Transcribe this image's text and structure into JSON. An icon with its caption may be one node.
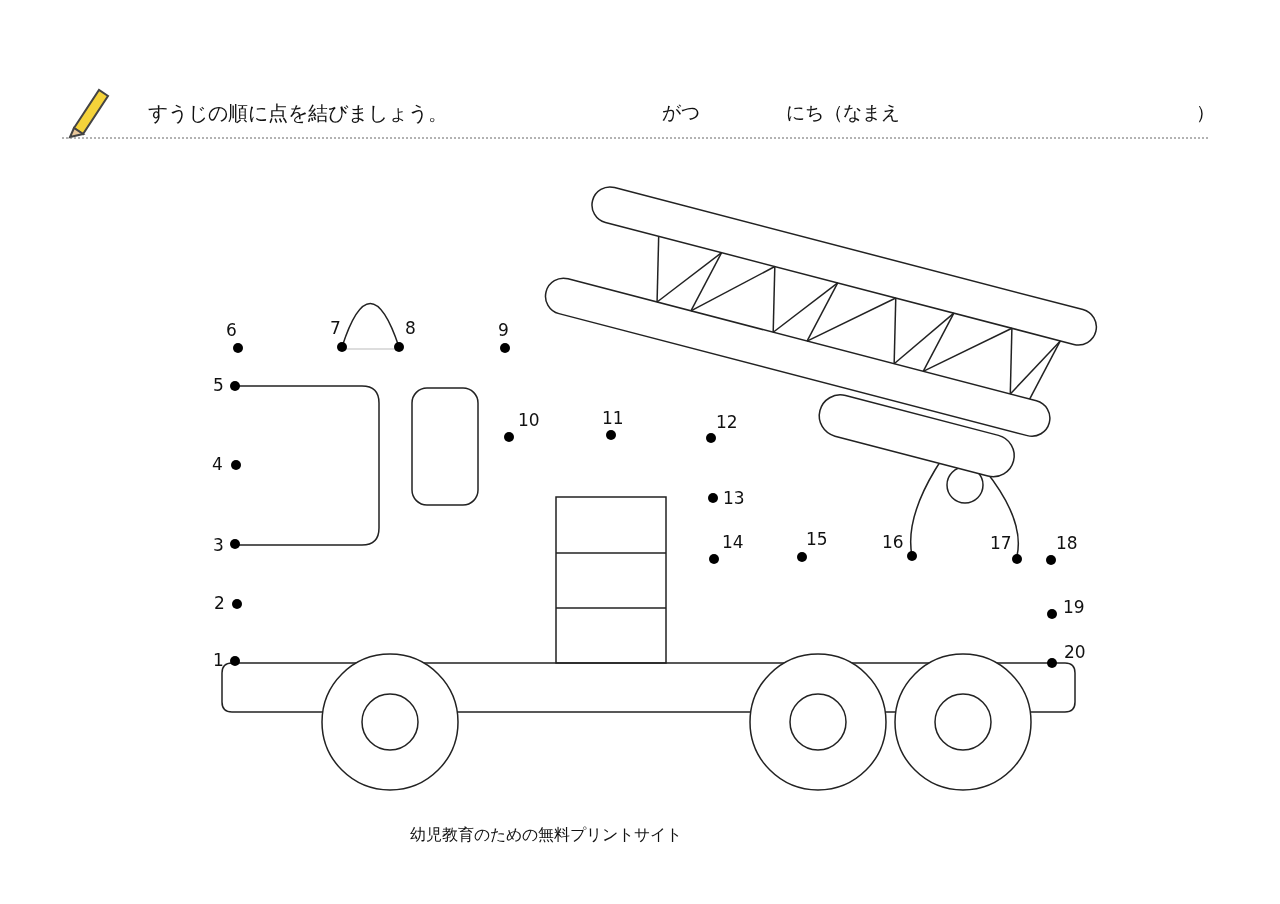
{
  "diagram": {
    "labels": [
      "すうじの順に点を結びましょう。",
      "がつ",
      "にち（なまえ",
      "）",
      "1",
      "2",
      "3",
      "4",
      "5",
      "6",
      "7",
      "8",
      "9",
      "10",
      "11",
      "12",
      "13",
      "14",
      "15",
      "16",
      "17",
      "18",
      "19",
      "20",
      "幼児教育のための無料プリントサイト"
    ]
  }
}
